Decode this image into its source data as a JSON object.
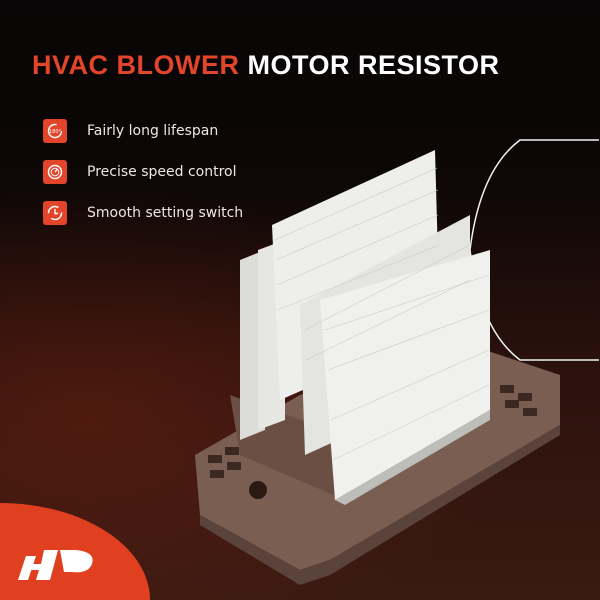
{
  "title": {
    "accent": "HVAC BLOWER",
    "rest": " MOTOR RESISTOR"
  },
  "features": [
    {
      "icon": "rotate-180-icon",
      "label": "Fairly long lifespan"
    },
    {
      "icon": "speedometer-icon",
      "label": "Precise speed control"
    },
    {
      "icon": "clock-switch-icon",
      "label": "Smooth setting switch"
    }
  ],
  "brand": {
    "logo": "A-Premium AP logo"
  },
  "colors": {
    "accent": "#e2452a",
    "base": "#7a5e52",
    "fins": "#e9e9e7"
  }
}
